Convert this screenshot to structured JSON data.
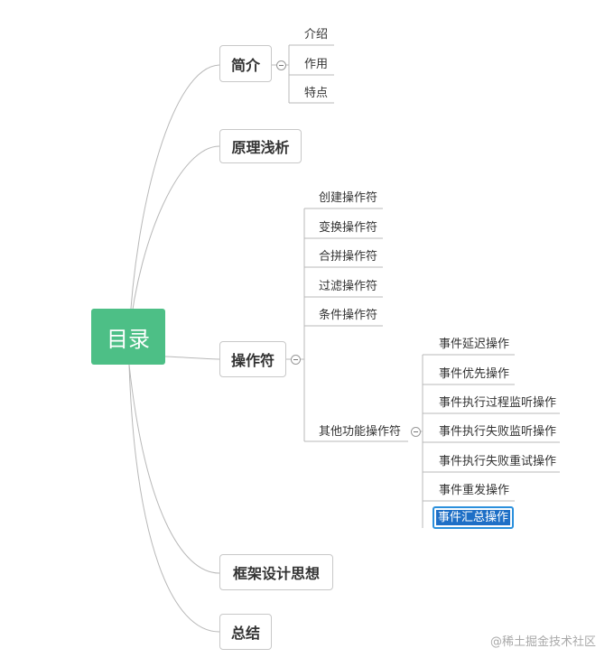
{
  "root": {
    "label": "目录",
    "color": "#4dbf86"
  },
  "topics": {
    "intro": {
      "label": "简介",
      "children": [
        "介绍",
        "作用",
        "特点"
      ]
    },
    "principle": {
      "label": "原理浅析"
    },
    "operators": {
      "label": "操作符",
      "children": [
        "创建操作符",
        "变换操作符",
        "合拼操作符",
        "过滤操作符",
        "条件操作符"
      ],
      "other": {
        "label": "其他功能操作符",
        "children": [
          "事件延迟操作",
          "事件优先操作",
          "事件执行过程监听操作",
          "事件执行失败监听操作",
          "事件执行失败重试操作",
          "事件重发操作",
          "事件汇总操作"
        ]
      }
    },
    "framework": {
      "label": "框架设计思想"
    },
    "summary": {
      "label": "总结"
    }
  },
  "watermark": "@稀土掘金技术社区"
}
